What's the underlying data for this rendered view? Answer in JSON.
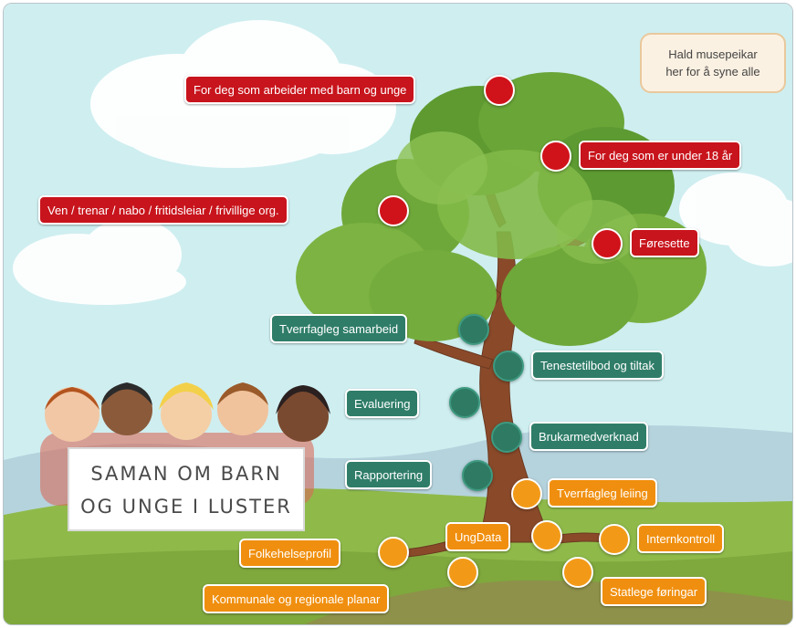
{
  "colors": {
    "sky": "#cfeef0",
    "grass": "#8fba4a",
    "red_marker": "#c8141c",
    "green_marker": "#2f7d68",
    "orange_marker": "#f08f0f"
  },
  "hint": {
    "line1": "Hald musepeikar",
    "line2": "her for å syne alle"
  },
  "sign": {
    "line1": "SAMAN OM BARN",
    "line2": "OG UNGE I LUSTER"
  },
  "markers": {
    "red": [
      "For deg som arbeider med barn og unge",
      "For deg som er under 18 år",
      "Ven / trenar / nabo / fritidsleiar / frivillige org.",
      "Føresette"
    ],
    "green": [
      "Tverrfagleg samarbeid",
      "Tenestetilbod og tiltak",
      "Evaluering",
      "Brukarmedverknad",
      "Rapportering"
    ],
    "orange": [
      "Tverrfagleg leiing",
      "UngData",
      "Internkontroll",
      "Folkehelseprofil",
      "Statlege føringar",
      "Kommunale og regionale planar"
    ]
  }
}
